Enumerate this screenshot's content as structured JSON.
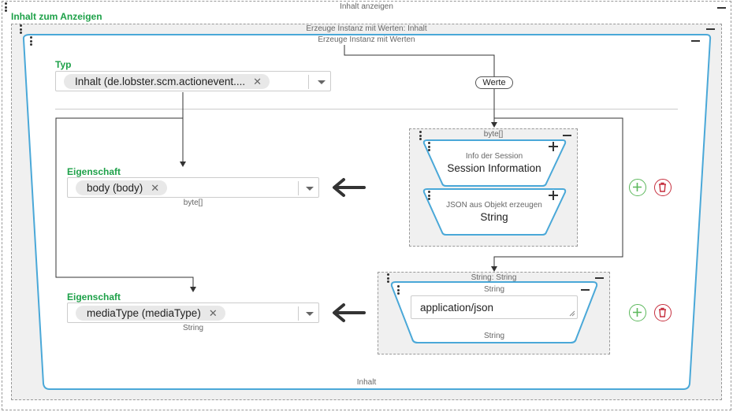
{
  "outer": {
    "title": "Inhalt anzeigen",
    "section_label": "Inhalt zum Anzeigen"
  },
  "instance": {
    "outer_title": "Erzeuge Instanz mit Werten: Inhalt",
    "inner_title": "Erzeuge Instanz mit Werten",
    "bottom_label": "Inhalt",
    "typ_label": "Typ",
    "typ_value": "Inhalt (de.lobster.scm.actionevent....",
    "werte_label": "Werte"
  },
  "property1": {
    "label": "Eigenschaft",
    "value": "body (body)",
    "type_hint": "byte[]",
    "group_title": "byte[]",
    "card1": {
      "subtitle": "Info der Session",
      "title": "Session Information"
    },
    "card2": {
      "subtitle": "JSON aus Objekt erzeugen",
      "title": "String"
    }
  },
  "property2": {
    "label": "Eigenschaft",
    "value": "mediaType (mediaType)",
    "type_hint": "String",
    "group_title": "String: String",
    "card_title": "String",
    "input_value": "application/json",
    "card_bottom": "String"
  },
  "colors": {
    "accent": "#4aa8d8",
    "green": "#1ea149",
    "red": "#c62f3e",
    "add": "#5cb85c"
  }
}
